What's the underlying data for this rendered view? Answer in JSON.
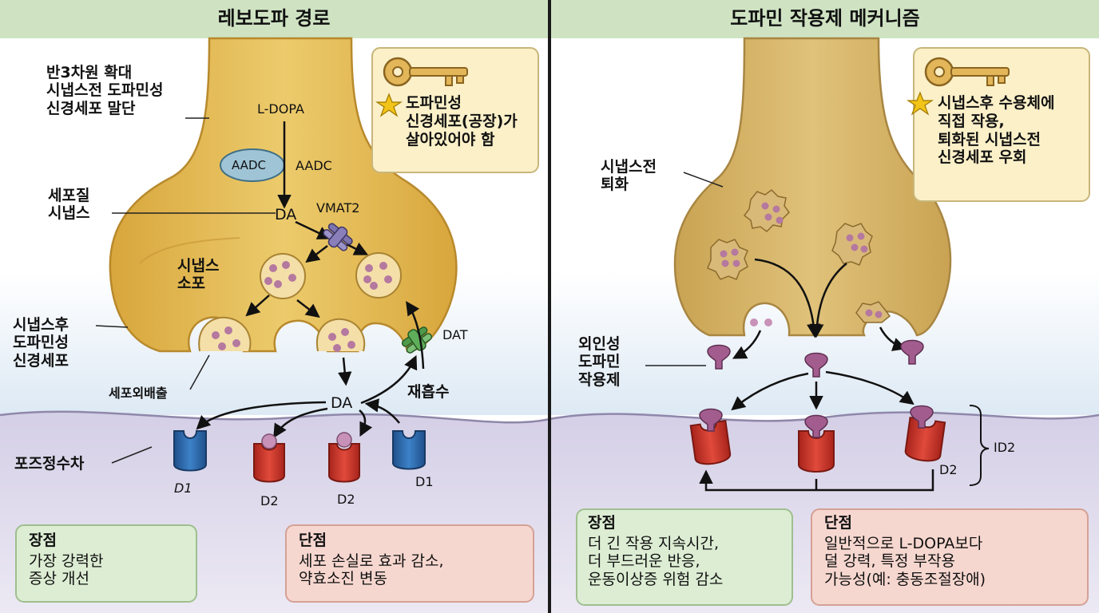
{
  "left_panel": {
    "title": "레보도파 경로",
    "labels": {
      "terminal": "반3차원 확대\n시냅스전 도파민성\n신경세포 말단",
      "ldopa": "L-DOPA",
      "aadc_enzyme": "AADC",
      "aadc_arrow": "AADC",
      "cytoplasmic": "세포질\n시냅스",
      "da_top": "DA",
      "vmat2": "VMAT2",
      "vesicle": "시냅스\n소포",
      "postsynaptic": "시냅스후\n도파민성\n신경세포",
      "exocytosis": "세포외배출",
      "da_bottom": "DA",
      "dat": "DAT",
      "reuptake": "재흡수",
      "cleft": "포즈정수차",
      "receptors": [
        "D1",
        "D2",
        "D2",
        "D1"
      ]
    },
    "key_note": "도파민성\n신경세포(공장)가\n살아있어야 함",
    "pros_title": "장점",
    "pros_text": "가장 강력한\n증상 개선",
    "cons_title": "단점",
    "cons_text": "세포 손실로 효과 감소,\n약효소진 변동"
  },
  "right_panel": {
    "title": "도파민 작용제 메커니즘",
    "labels": {
      "degenerated": "시냅스전\n퇴화",
      "agonist": "외인성\n도파민\n작용제",
      "receptor": "D2",
      "bracket": "ID2"
    },
    "key_note": "시냅스후 수용체에\n직접 작용,\n퇴화된 시냅스전\n신경세포 우회",
    "pros_title": "장점",
    "pros_text": "더 긴 작용 지속시간,\n더 부드러운 반응,\n운동이상증 위험 감소",
    "cons_title": "단점",
    "cons_text": "일반적으로 L-DOPA보다\n덜 강력, 특정 부작용\n가능성(예: 충동조절장애)"
  },
  "colors": {
    "header": "#cfe3c3",
    "neuron": "#e8c15c",
    "neuron_dark": "#c79a32",
    "d1_receptor": "#2f6fb6",
    "d2_receptor": "#d63b2f",
    "transporter_vmat2": "#8a7fb8",
    "transporter_dat": "#5fae5a",
    "dopamine": "#b5799f",
    "agonist": "#a25d8e",
    "pros_box": "#dcedd3",
    "cons_box": "#f6d7cf",
    "key_box": "#fbf0c8",
    "membrane": "#d9d4e8",
    "cleft_bg": "#e8f1f8"
  },
  "icons": [
    "key-icon",
    "star-icon"
  ]
}
